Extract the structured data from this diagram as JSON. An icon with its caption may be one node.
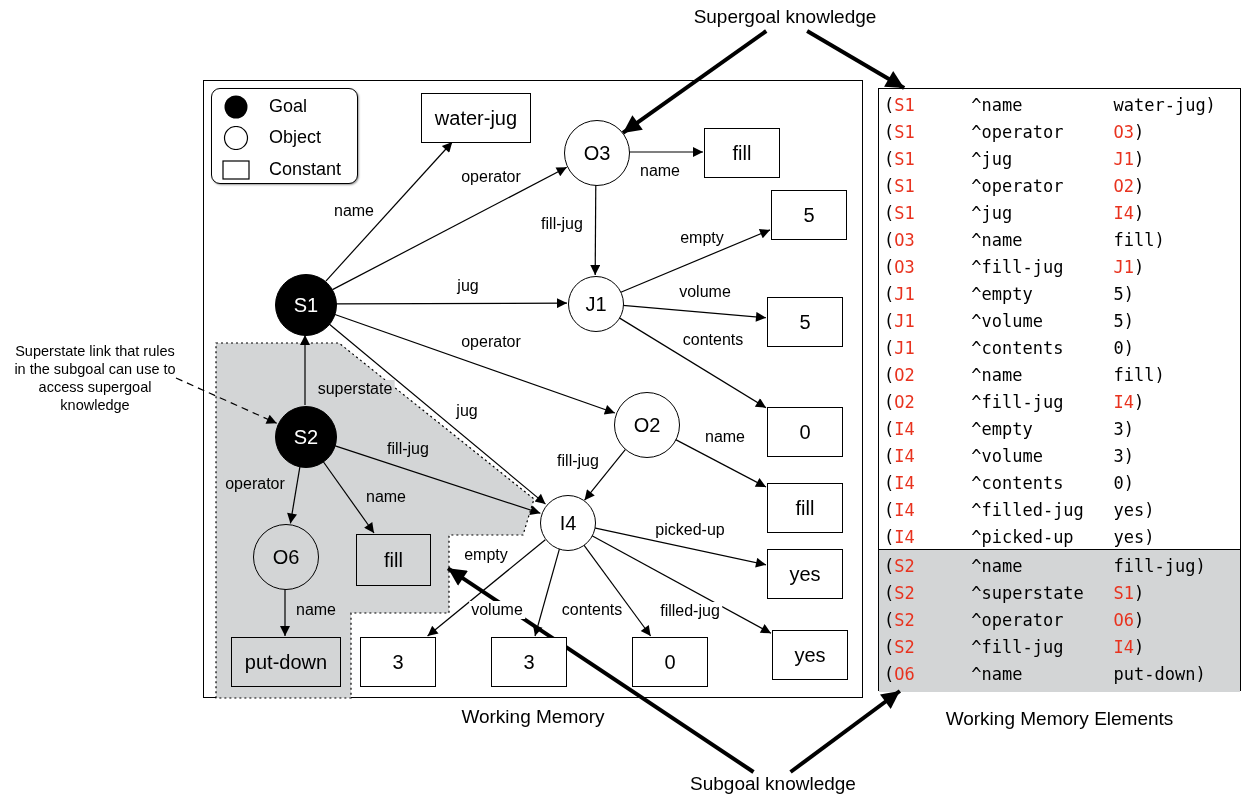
{
  "diagram": {
    "nodes": [
      {
        "text": [
          "Working Memory"
        ]
      },
      {
        "text": [],
        "shape": "polygon",
        "in": 0
      },
      {
        "text": [
          "S1"
        ],
        "in": 0
      },
      {
        "text": [
          "S2"
        ],
        "in": 1
      },
      {
        "text": [
          "O6"
        ],
        "in": 1
      },
      {
        "text": [
          "fill"
        ],
        "in": 1
      },
      {
        "text": [
          "put-down"
        ],
        "in": 1
      },
      {
        "text": [
          "water-jug"
        ],
        "in": 0
      },
      {
        "text": [
          "O3"
        ],
        "in": 0
      },
      {
        "text": [
          "fill"
        ],
        "in": 0
      },
      {
        "text": [
          "5"
        ],
        "in": 0
      },
      {
        "text": [
          "J1"
        ],
        "in": 0
      },
      {
        "text": [
          "5"
        ],
        "in": 0
      },
      {
        "text": [
          "0"
        ],
        "in": 0
      },
      {
        "text": [
          "O2"
        ],
        "in": 0
      },
      {
        "text": [
          "fill"
        ],
        "in": 0
      },
      {
        "text": [
          "I4"
        ],
        "in": 0
      },
      {
        "text": [
          "yes"
        ],
        "in": 0
      },
      {
        "text": [
          "yes"
        ],
        "in": 0
      },
      {
        "text": [
          "3"
        ],
        "in": 0
      },
      {
        "text": [
          "3"
        ],
        "in": 0
      },
      {
        "text": [
          "0"
        ],
        "in": 0
      },
      {
        "text": [
          "(S1 ^name water-jug)",
          "(S1 ^operator O3)",
          "(S1 ^jug J1)",
          "(S1 ^operator O2)",
          "(S1 ^jug I4)",
          "(O3 ^name fill)",
          "(O3 ^fill-jug J1)",
          "(J1 ^empty 5)",
          "(J1 ^volume 5)",
          "(J1 ^contents 0)",
          "(O2 ^name fill)",
          "(O2 ^fill-jug I4)",
          "(I4 ^empty 3)",
          "(I4 ^volume 3)",
          "(I4 ^contents 0)",
          "(I4 ^filled-jug yes)",
          "(I4 ^picked-up yes)",
          "Working Memory Elements"
        ]
      },
      {
        "text": [
          "(S2 ^name fill-jug)",
          "(S2 ^superstate S1)",
          "(S2 ^operator O6)",
          "(S2 ^fill-jug I4)",
          "(O6 ^name put-down)"
        ],
        "in": 22
      },
      {
        "text": [
          "Supergoal knowledge"
        ]
      },
      {
        "text": [
          "Subgoal knowledge"
        ]
      },
      {
        "text": [
          "Superstate link that rules in the subgoal can use to access supergoal knowledge"
        ]
      }
    ],
    "edges": [
      {
        "from": 2,
        "to": 7,
        "arrow": "to",
        "label": "name"
      },
      {
        "from": 2,
        "to": 8,
        "arrow": "to",
        "label": "operator"
      },
      {
        "from": 2,
        "to": 11,
        "arrow": "to",
        "label": "jug"
      },
      {
        "from": 2,
        "to": 14,
        "arrow": "to",
        "label": "operator"
      },
      {
        "from": 2,
        "to": 16,
        "arrow": "to",
        "label": "jug"
      },
      {
        "from": 3,
        "to": 2,
        "arrow": "to",
        "label": "superstate"
      },
      {
        "from": 3,
        "to": 4,
        "arrow": "to",
        "label": "operator"
      },
      {
        "from": 3,
        "to": 5,
        "arrow": "to",
        "label": "name"
      },
      {
        "from": 3,
        "to": 16,
        "arrow": "to",
        "label": "fill-jug"
      },
      {
        "from": 4,
        "to": 6,
        "arrow": "to",
        "label": "name"
      },
      {
        "from": 8,
        "to": 9,
        "arrow": "to",
        "label": "name"
      },
      {
        "from": 8,
        "to": 11,
        "arrow": "to",
        "label": "fill-jug"
      },
      {
        "from": 11,
        "to": 10,
        "arrow": "to",
        "label": "empty"
      },
      {
        "from": 11,
        "to": 12,
        "arrow": "to",
        "label": "volume"
      },
      {
        "from": 11,
        "to": 13,
        "arrow": "to",
        "label": "contents"
      },
      {
        "from": 14,
        "to": 15,
        "arrow": "to",
        "label": "name"
      },
      {
        "from": 14,
        "to": 16,
        "arrow": "to",
        "label": "fill-jug"
      },
      {
        "from": 16,
        "to": 17,
        "arrow": "to",
        "label": "picked-up"
      },
      {
        "from": 16,
        "to": 18,
        "arrow": "to",
        "label": "filled-jug"
      },
      {
        "from": 16,
        "to": 19,
        "arrow": "to",
        "label": "empty"
      },
      {
        "from": 16,
        "to": 20,
        "arrow": "to",
        "label": "volume"
      },
      {
        "from": 16,
        "to": 21,
        "arrow": "to",
        "label": "contents"
      },
      {
        "from": 24,
        "to": 8,
        "arrow": "to",
        "style": "thick"
      },
      {
        "from": 24,
        "to": 22,
        "arrow": "to",
        "style": "thick"
      },
      {
        "from": 25,
        "to": 1,
        "arrow": "to",
        "style": "thick"
      },
      {
        "from": 25,
        "to": 23,
        "arrow": "to",
        "style": "thick"
      },
      {
        "from": 26,
        "to": 3,
        "arrow": "to",
        "style": "dashed"
      }
    ],
    "legend": [
      {
        "text": "Goal"
      },
      {
        "text": "Object"
      },
      {
        "text": "Constant"
      }
    ]
  }
}
